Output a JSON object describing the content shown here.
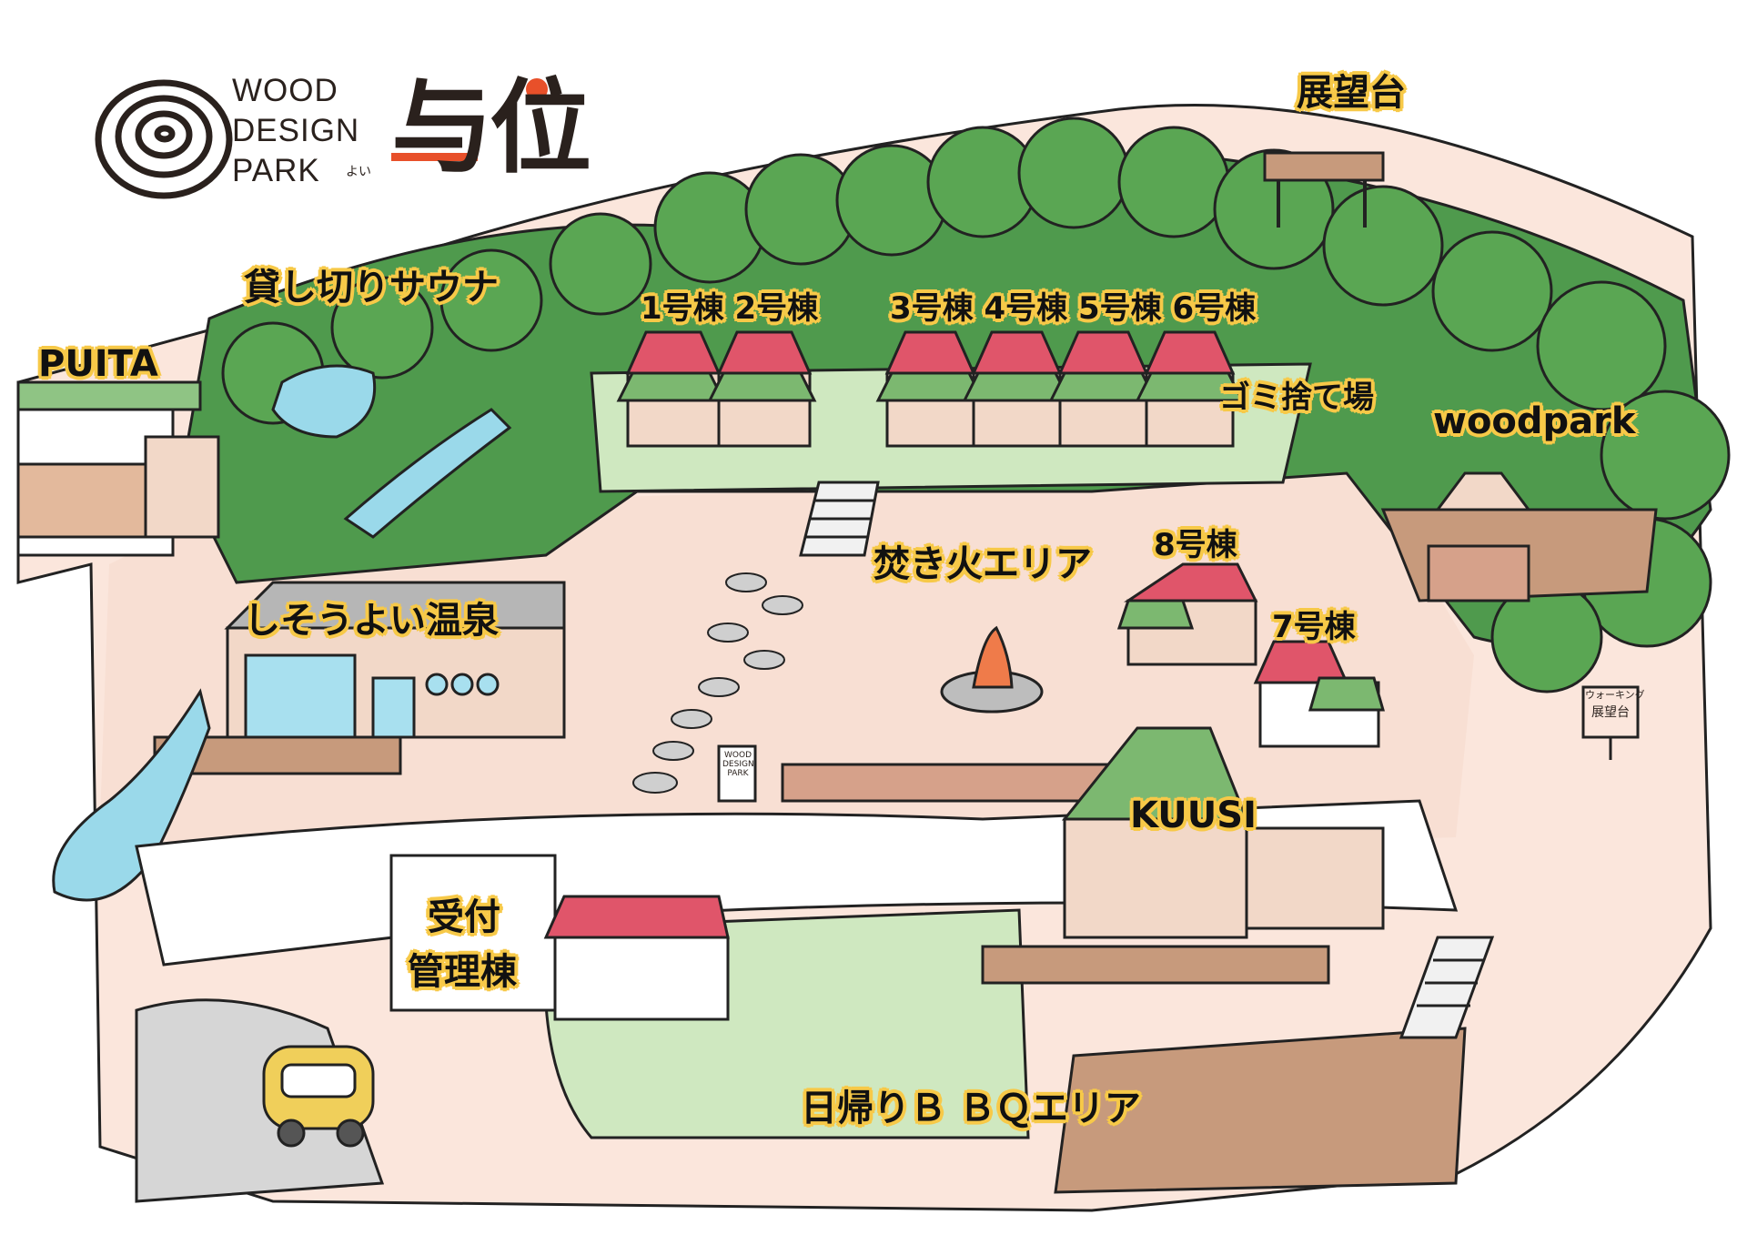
{
  "logo": {
    "line1": "WOOD",
    "line2": "DESIGN",
    "line3": "PARK",
    "mark": "与位",
    "ruby": "よい",
    "accent_color": "#e8502a"
  },
  "labels": {
    "lookout": "展望台",
    "sauna": "貸し切りサウナ",
    "puita": "PUITA",
    "cabins_12": "1号棟 2号棟",
    "cabins_3456": "3号棟 4号棟 5号棟 6号棟",
    "garbage": "ゴミ捨て場",
    "woodpark": "woodpark",
    "bonfire": "焚き火エリア",
    "cabin8": "8号棟",
    "cabin7": "7号棟",
    "onsen": "しそうよい温泉",
    "kuusi": "KUUSI",
    "reception_1": "受付",
    "reception_2": "管理棟",
    "bbq": "日帰りＢ ＢＱエリア"
  },
  "signs": {
    "park_sign_1": "WOOD",
    "park_sign_2": "DESIGN",
    "park_sign_3": "PARK",
    "walking_1": "ウォーキング",
    "walking_2": "展望台"
  },
  "colors": {
    "label_outline": "#f7c948",
    "forest": "#4f9a4d",
    "forest_light": "#7cbf6a",
    "grass": "#cfe8c0",
    "ground": "#f8dfd3",
    "roof_red": "#e0556a",
    "roof_green": "#7cb870",
    "water": "#9ad9ea",
    "road": "#d6d6d6"
  }
}
